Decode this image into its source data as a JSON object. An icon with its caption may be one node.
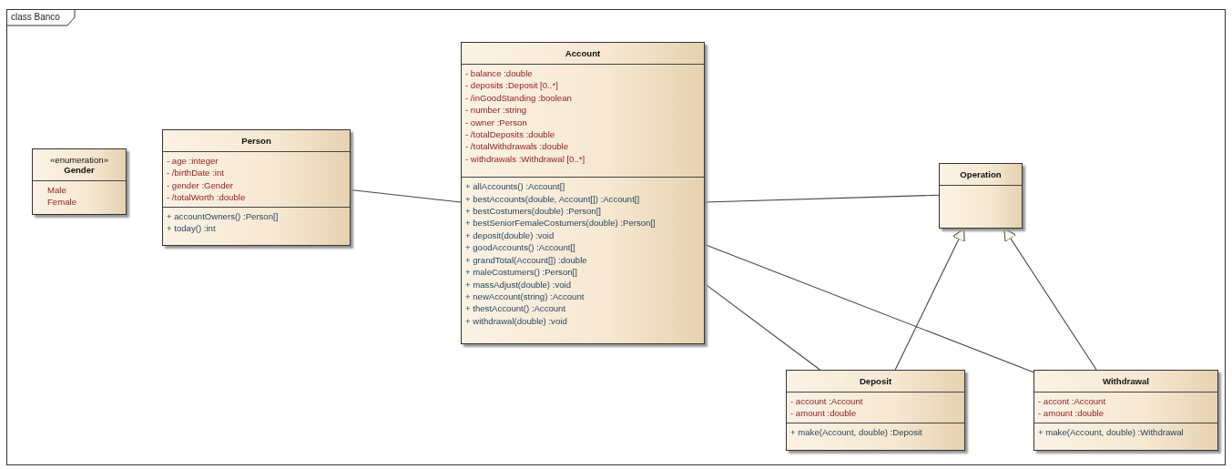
{
  "diagram": {
    "nodes": [
      {
        "text": [
          "class Banco"
        ]
      },
      {
        "text": [
          "«enumeration»",
          "Gender",
          "Male",
          "Female"
        ],
        "in": 0
      },
      {
        "text": [
          "Person",
          "- age :integer",
          "- /birthDate :int",
          "- gender :Gender",
          "- /totalWorth :double",
          "+ accountOwners() :Person[]",
          "+ today() :int"
        ],
        "in": 0
      },
      {
        "text": [
          "Account",
          "- balance :double",
          "- deposits :Deposit [0..*]",
          "- /inGoodStanding :boolean",
          "- number :string",
          "- owner :Person",
          "- /totalDeposits :double",
          "- /totalWithdrawals :double",
          "- withdrawals :Withdrawal [0..*]",
          "+ allAccounts() :Account[]",
          "+ bestAccounts(double, Account[]) :Account[]",
          "+ bestCostumers(double) :Person[]",
          "+ bestSeniorFemaleCostumers(double) :Person[]",
          "+ deposit(double) :void",
          "+ goodAccounts() :Account[]",
          "+ grandTotal(Account[]) :double",
          "+ maleCostumers() :Person[]",
          "+ massAdjust(double) :void",
          "+ newAccount(string) :Account",
          "+ thestAccount() :Account",
          "+ withdrawal(double) :void"
        ],
        "in": 0
      },
      {
        "text": [
          "Operation"
        ],
        "in": 0
      },
      {
        "text": [
          "Deposit",
          "- account :Account",
          "- amount :double",
          "+ make(Account, double) :Deposit"
        ],
        "in": 0
      },
      {
        "text": [
          "Withdrawal",
          "- accont :Account",
          "- amount :double",
          "+ make(Account, double) :Withdrawal"
        ],
        "in": 0
      }
    ],
    "edges": [
      {
        "from": 2,
        "to": 3,
        "arrow": "none"
      },
      {
        "from": 3,
        "to": 4,
        "arrow": "none"
      },
      {
        "from": 3,
        "to": 5,
        "arrow": "none"
      },
      {
        "from": 3,
        "to": 6,
        "arrow": "none"
      },
      {
        "from": 5,
        "to": 4,
        "arrow": "to"
      },
      {
        "from": 6,
        "to": 4,
        "arrow": "to"
      }
    ]
  }
}
